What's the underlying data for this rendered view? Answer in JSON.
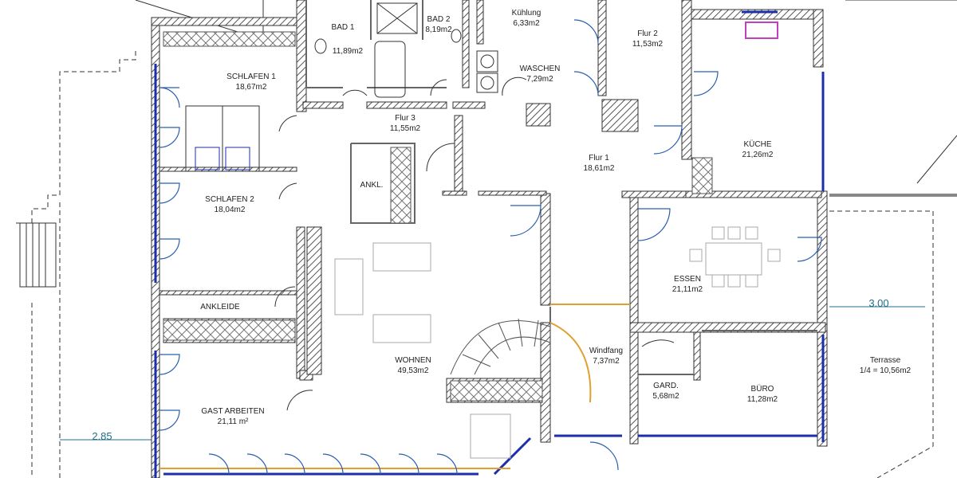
{
  "rooms": {
    "bad1": {
      "name": "BAD 1",
      "area": "11,89m2"
    },
    "bad2": {
      "name": "BAD 2",
      "area": "8,19m2"
    },
    "kuehlung": {
      "name": "Kühlung",
      "area": "6,33m2"
    },
    "flur2": {
      "name": "Flur 2",
      "area": "11,53m2"
    },
    "waschen": {
      "name": "WASCHEN",
      "area": "7,29m2"
    },
    "schlafen1": {
      "name": "SCHLAFEN 1",
      "area": "18,67m2"
    },
    "flur3": {
      "name": "Flur 3",
      "area": "11,55m2"
    },
    "kueche": {
      "name": "KÜCHE",
      "area": "21,26m2"
    },
    "flur1": {
      "name": "Flur 1",
      "area": "18,61m2"
    },
    "ankl": {
      "name": "ANKL."
    },
    "schlafen2": {
      "name": "SCHLAFEN 2",
      "area": "18,04m2"
    },
    "essen": {
      "name": "ESSEN",
      "area": "21,11m2"
    },
    "ankleide": {
      "name": "ANKLEIDE"
    },
    "windfang": {
      "name": "Windfang",
      "area": "7,37m2"
    },
    "wohnen": {
      "name": "WOHNEN",
      "area": "49,53m2"
    },
    "gard": {
      "name": "GARD.",
      "area": "5,68m2"
    },
    "buero": {
      "name": "BÜRO",
      "area": "11,28m2"
    },
    "gast": {
      "name": "GAST ARBEITEN",
      "area": "21,11 m²"
    },
    "terrasse": {
      "name": "Terrasse",
      "area": "1/4 = 10,56m2"
    }
  },
  "dimensions": {
    "right": "3.00",
    "left": "2.85"
  },
  "colors": {
    "wall": "#333333",
    "window": "#1a2fa8",
    "door_swing": "#2a5fb0",
    "glass_wall": "#e0a030",
    "dimension": "#1f6f8b",
    "sink": "#c040c0",
    "hatch": "#555555"
  }
}
